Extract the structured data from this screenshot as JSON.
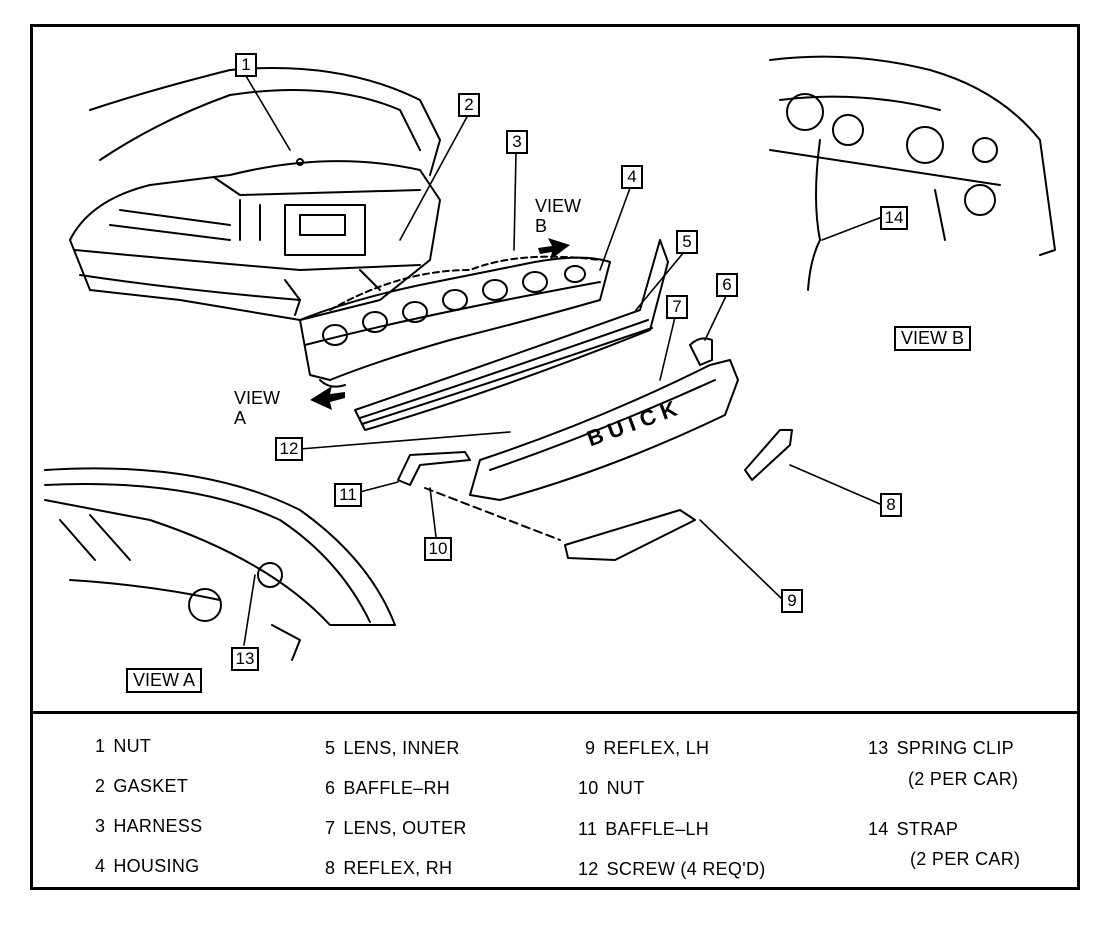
{
  "callouts": [
    {
      "id": "1"
    },
    {
      "id": "2"
    },
    {
      "id": "3"
    },
    {
      "id": "4"
    },
    {
      "id": "5"
    },
    {
      "id": "6"
    },
    {
      "id": "7"
    },
    {
      "id": "8"
    },
    {
      "id": "9"
    },
    {
      "id": "10"
    },
    {
      "id": "11"
    },
    {
      "id": "12"
    },
    {
      "id": "13"
    },
    {
      "id": "14"
    }
  ],
  "views": {
    "view_a_box": "VIEW A",
    "view_b_box": "VIEW B",
    "view_a_arrow_line1": "VIEW",
    "view_a_arrow_line2": "A",
    "view_b_arrow_line1": "VIEW",
    "view_b_arrow_line2": "B"
  },
  "legend": [
    {
      "num": "1",
      "label": "NUT"
    },
    {
      "num": "2",
      "label": "GASKET"
    },
    {
      "num": "3",
      "label": "HARNESS"
    },
    {
      "num": "4",
      "label": "HOUSING"
    },
    {
      "num": "5",
      "label": "LENS, INNER"
    },
    {
      "num": "6",
      "label": "BAFFLE–RH"
    },
    {
      "num": "7",
      "label": "LENS, OUTER"
    },
    {
      "num": "8",
      "label": "REFLEX, RH"
    },
    {
      "num": "9",
      "label": "REFLEX, LH"
    },
    {
      "num": "10",
      "label": "NUT"
    },
    {
      "num": "11",
      "label": "BAFFLE–LH"
    },
    {
      "num": "12",
      "label": "SCREW (4 REQ'D)"
    },
    {
      "num": "13",
      "label": "SPRING CLIP",
      "note": "(2 PER CAR)"
    },
    {
      "num": "14",
      "label": "STRAP",
      "note": "(2 PER CAR)"
    }
  ],
  "lens_lettering": "BUICK"
}
